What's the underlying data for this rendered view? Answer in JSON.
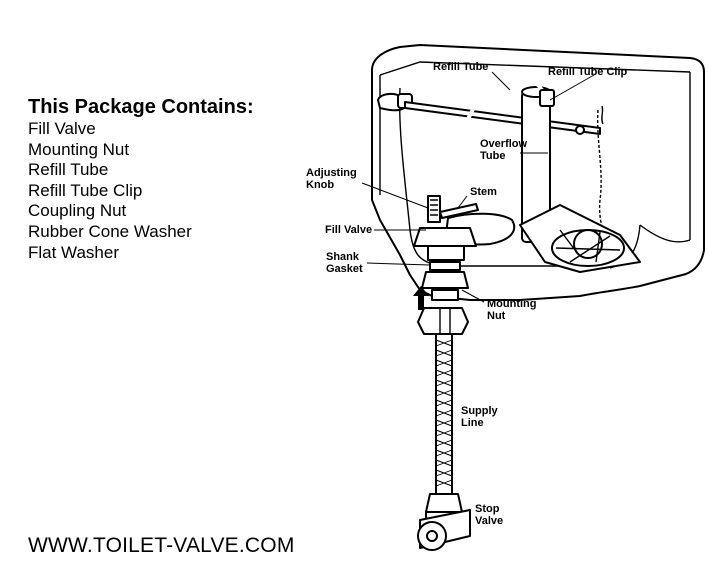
{
  "package_contents": {
    "heading": "This Package Contains:",
    "items": [
      "Fill Valve",
      "Mounting Nut",
      "Refill Tube",
      "Refill Tube Clip",
      "Coupling Nut",
      "Rubber Cone Washer",
      "Flat Washer"
    ]
  },
  "website": "WWW.TOILET-VALVE.COM",
  "callouts": {
    "refill_tube": "Refill Tube",
    "refill_tube_clip": "Refill Tube Clip",
    "overflow_tube_line1": "Overflow",
    "overflow_tube_line2": "Tube",
    "adjusting_knob_line1": "Adjusting",
    "adjusting_knob_line2": "Knob",
    "stem": "Stem",
    "fill_valve": "Fill Valve",
    "shank_gasket_line1": "Shank",
    "shank_gasket_line2": "Gasket",
    "mounting_nut_line1": "Mounting",
    "mounting_nut_line2": "Nut",
    "supply_line_line1": "Supply",
    "supply_line_line2": "Line",
    "stop_valve_line1": "Stop",
    "stop_valve_line2": "Valve"
  }
}
